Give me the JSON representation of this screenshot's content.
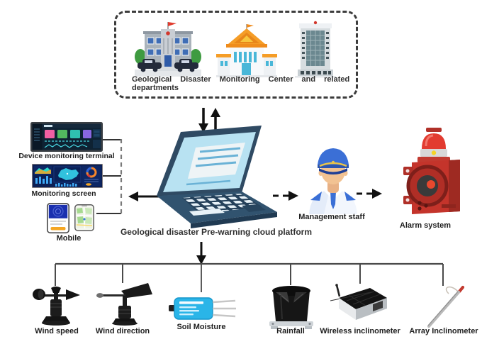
{
  "header_box": {
    "caption_line1": "Geological Disaster Monitoring Center and related",
    "caption_line2": "departments"
  },
  "terminals": {
    "device_monitoring_label": "Device monitoring terminal",
    "monitoring_screen_label": "Monitoring screen",
    "mobile_label": "Mobile"
  },
  "platform": {
    "label": "Geological disaster Pre-warning cloud platform"
  },
  "actors": {
    "staff_label": "Management staff",
    "alarm_label": "Alarm system"
  },
  "sensors": [
    {
      "label": "Wind speed"
    },
    {
      "label": "Wind direction"
    },
    {
      "label": "Soil Moisture"
    },
    {
      "label": "Rainfall"
    },
    {
      "label": "Wireless inclinometer"
    },
    {
      "label": "Array Inclinometer"
    }
  ],
  "colors": {
    "arrow_black": "#111111",
    "bus_line": "#4a4a4a",
    "dashed_border": "#3c3c3c",
    "laptop_body": "#2f4a63",
    "laptop_screen": "#b8e2f2",
    "alarm_red": "#c0352b",
    "staff_blue": "#3a6fd6",
    "soil_sensor_blue": "#2ab5e8",
    "tile_pink": "#f05fa3",
    "tile_green": "#52b85f",
    "tile_teal": "#2fc0b0",
    "tile_purple": "#8a66e0",
    "map_cyan": "#35d0e8",
    "roof_orange": "#f59d27"
  }
}
